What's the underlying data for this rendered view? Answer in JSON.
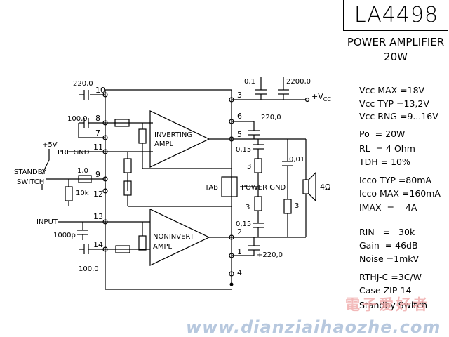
{
  "title": {
    "part_number": "LA4498",
    "subtitle_line1": "POWER AMPLIFIER",
    "subtitle_line2": "20W"
  },
  "schematic": {
    "pins": [
      "10",
      "8",
      "7",
      "11",
      "9",
      "12",
      "13",
      "14",
      "3",
      "6",
      "5",
      "2",
      "1",
      "4"
    ],
    "blocks": {
      "inverting_line1": "INVERTING",
      "inverting_line2": "AMPL",
      "noninvert_line1": "NONINVERT",
      "noninvert_line2": "AMPL",
      "tab": "TAB",
      "power_gnd": "POWER GND"
    },
    "labels": {
      "plus5v": "+5V",
      "standby_line1": "STANDBY",
      "standby_line2": "SWITCH",
      "pre_gnd": "PRE GND",
      "input": "INPUT",
      "vcc": "+V",
      "vcc_sub": "CC"
    },
    "components": {
      "c_220_top": "220,0",
      "c_100_left": "100,0",
      "r_1_0": "1,0",
      "r_10k": "10k",
      "c_1000p": "1000p",
      "c_100_bottom": "100,0",
      "c_0_1": "0,1",
      "c_2200": "2200,0",
      "c_220_out": "220,0",
      "c_015_top": "0,15",
      "r_3_top": "3",
      "c_001": "0,01",
      "r_3_mid": "3",
      "r_3_bottom": "3",
      "c_015_bottom": "0,15",
      "c_220_bottom": "+220,0",
      "speaker": "4Ω"
    }
  },
  "specs": [
    "Vcc MAX =18V",
    "Vcc TYP =13,2V",
    "Vcc RNG =9...16V",
    "Po  = 20W",
    "RL  = 4 Ohm",
    "TDH = 10%",
    "Icco TYP =80mA",
    "Icco MAX =160mA",
    "IMAX  =    4A",
    "RIN   =   30k",
    "Gain  = 46dB",
    "Noise =1mkV",
    "RTHJ-C =3C/W",
    "Case ZIP-14",
    "Standby Switch"
  ],
  "watermark": {
    "cn": "電子爱好者",
    "url": "www.dianziaihaozhe.com"
  }
}
